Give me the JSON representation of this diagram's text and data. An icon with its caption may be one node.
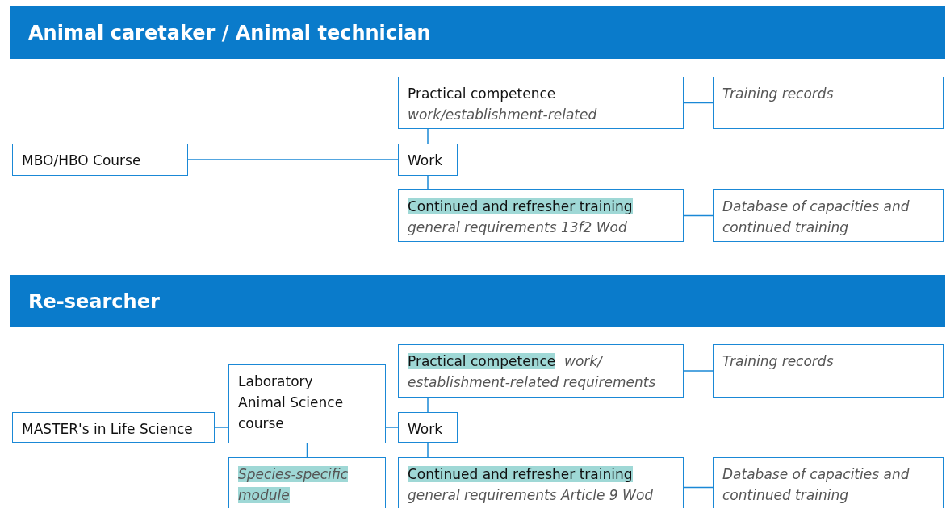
{
  "diagram": {
    "nodes": [
      {
        "text": [
          "Animal caretaker / Animal technician"
        ]
      },
      {
        "text": [
          "MBO/HBO Course"
        ]
      },
      {
        "text": [
          "Practical competence",
          "work/establishment-related"
        ]
      },
      {
        "text": [
          "Work"
        ]
      },
      {
        "text": [
          "Continued and refresher training",
          "general requirements 13f2 Wod"
        ]
      },
      {
        "text": [
          "Training records"
        ]
      },
      {
        "text": [
          "Database of capacities and continued training"
        ]
      },
      {
        "text": [
          "Re-searcher"
        ]
      },
      {
        "text": [
          "MASTER's in Life Science"
        ]
      },
      {
        "text": [
          "Laboratory Animal Science course"
        ]
      },
      {
        "text": [
          "Species-specific module"
        ]
      },
      {
        "text": [
          "Practical competence",
          "work/ establishment-related requirements"
        ]
      },
      {
        "text": [
          "Work"
        ]
      },
      {
        "text": [
          "Continued and refresher training",
          "general requirements Article 9 Wod"
        ]
      },
      {
        "text": [
          "Training records"
        ]
      },
      {
        "text": [
          "Database of capacities and continued training"
        ]
      }
    ],
    "edges": [
      {
        "from": 1,
        "to": 3,
        "arrow": "none"
      },
      {
        "from": 3,
        "to": 2,
        "arrow": "none"
      },
      {
        "from": 3,
        "to": 4,
        "arrow": "none"
      },
      {
        "from": 2,
        "to": 5,
        "arrow": "none"
      },
      {
        "from": 4,
        "to": 6,
        "arrow": "none"
      },
      {
        "from": 8,
        "to": 9,
        "arrow": "none"
      },
      {
        "from": 9,
        "to": 12,
        "arrow": "none"
      },
      {
        "from": 9,
        "to": 10,
        "arrow": "none"
      },
      {
        "from": 12,
        "to": 11,
        "arrow": "none"
      },
      {
        "from": 12,
        "to": 13,
        "arrow": "none"
      },
      {
        "from": 11,
        "to": 14,
        "arrow": "none"
      },
      {
        "from": 13,
        "to": 15,
        "arrow": "none"
      }
    ]
  }
}
